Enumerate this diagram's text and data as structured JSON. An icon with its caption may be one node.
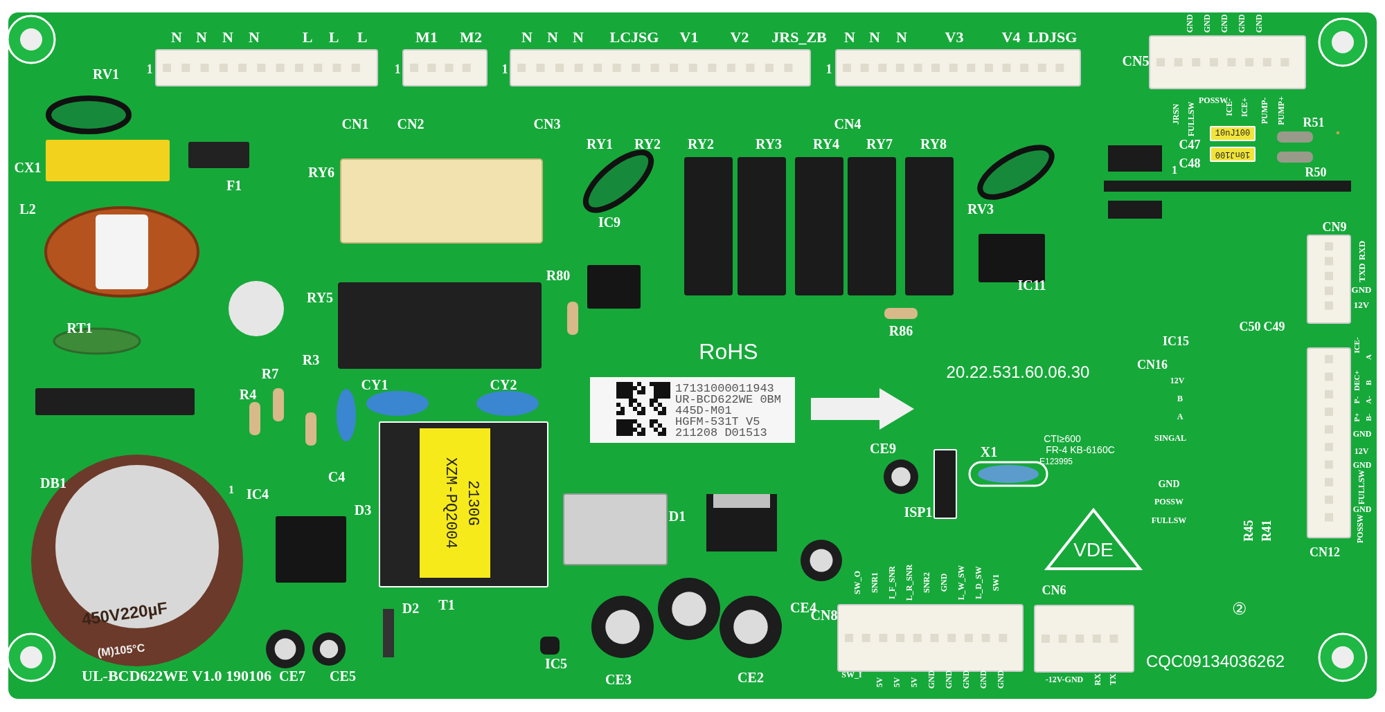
{
  "diagram": {
    "labels": [
      "N",
      "N",
      "N",
      "N",
      "L",
      "L",
      "L",
      "M1",
      "M2",
      "N",
      "N",
      "N",
      "LCJSG",
      "V1",
      "V2",
      "JRS_ZB",
      "N",
      "N",
      "N",
      "V3",
      "V4",
      "LDJSG",
      "1",
      "1",
      "1",
      "1",
      "CN1",
      "CN2",
      "CN3",
      "CN4",
      "GND",
      "GND",
      "GND",
      "GND",
      "GND",
      "CN5",
      "JRSN",
      "FULLSW",
      "POSSW",
      "ICE-",
      "ICE+",
      "PUMP-",
      "PUMP+",
      "RV1",
      "CX1",
      "F1",
      "L2",
      "RY6",
      "RY1",
      "RY2",
      "RY2",
      "RY3",
      "RY4",
      "RY7",
      "RY8",
      "RV3",
      "10nJ100",
      "C47",
      "R51",
      "C48",
      "1",
      "10nJ100",
      "R50",
      "IC9",
      "R80",
      "IC11",
      "R86",
      "RY5",
      "RoHS",
      "RT1",
      "20.22.531.60.06.30",
      "CN9",
      "RXD",
      "TXD",
      "GND",
      "12V",
      "IC15",
      "C50",
      "C49",
      "CN16",
      "12V",
      "B",
      "A",
      "SINGAL",
      "GND",
      "POSSW",
      "FULLSW",
      "R3",
      "R7",
      "R4",
      "CY1",
      "CY2",
      "17131000011943",
      "UR-BCD622WE 0BM",
      "445D-M01",
      "HGFM-531T V5",
      "211208 D01513",
      "CTI≥600",
      "FR-4 KB-6160C",
      "E123995",
      "ICE-",
      "A",
      "DEC+",
      "B",
      "P-",
      "A-",
      "P+",
      "B-",
      "GND",
      "12V",
      "GND",
      "FULLSW",
      "GND",
      "POSSW",
      "CE9",
      "X1",
      "DB1",
      "1",
      "IC4",
      "C4",
      "D3",
      "ISP1",
      "D1",
      "XZM-PQ2004",
      "2130G",
      "VDE",
      "R45",
      "R41",
      "CN12",
      "SW_O",
      "SNR1",
      "I_F_SNR",
      "L_R_SNR",
      "SNR2",
      "GND",
      "L_W_SW",
      "L_D_SW",
      "SW1",
      "450V220µF",
      "D2",
      "T1",
      "CE4",
      "CN8",
      "CN6",
      "②",
      "(M)105°C",
      "UL-BCD622WE V1.0 190106",
      "CE7",
      "CE5",
      "IC5",
      "CE3",
      "CE2",
      "SW_I",
      "5V",
      "5V",
      "5V",
      "GND",
      "GND",
      "GND",
      "GND",
      "GND",
      "-12V-GND",
      "RX",
      "TX",
      "CQC09134036262"
    ]
  }
}
